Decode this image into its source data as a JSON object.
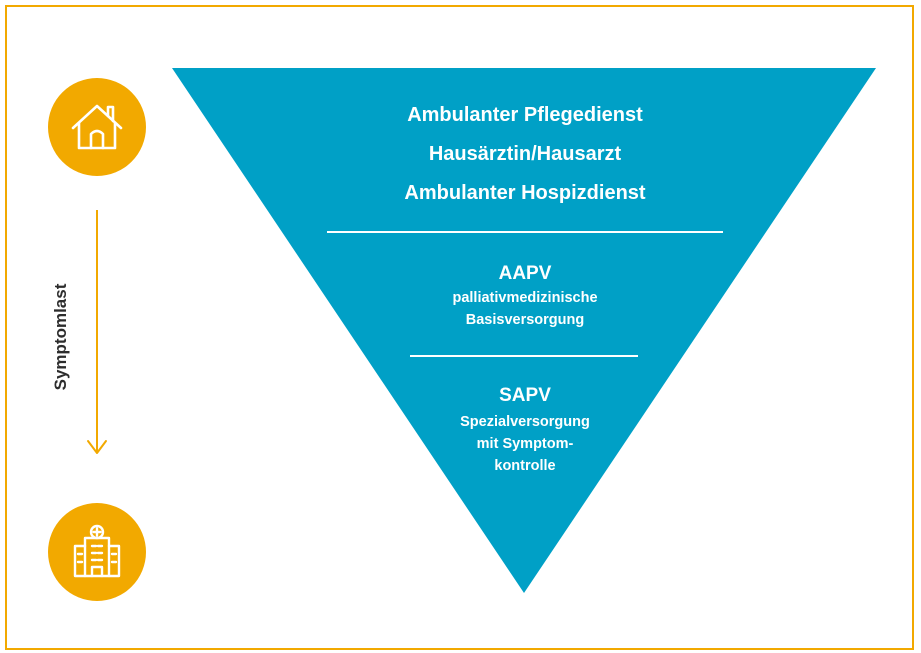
{
  "colors": {
    "accent": "#f2a900",
    "funnel": "#00a0c6",
    "divider": "#ffffff",
    "text": "#ffffff"
  },
  "icons": {
    "top": "house-icon",
    "bottom": "hospital-icon",
    "arrow": "arrow-down-icon"
  },
  "axis": {
    "label": "Symptomlast"
  },
  "levels": {
    "top": {
      "lines": [
        "Ambulanter Pflegedienst",
        "Hausärztin/Hausarzt",
        "Ambulanter Hospizdienst"
      ]
    },
    "aapv": {
      "title": "AAPV",
      "lines": [
        "palliativmedizinische",
        "Basisversorgung"
      ]
    },
    "sapv": {
      "title": "SAPV",
      "lines": [
        "Spezialversorgung",
        "mit Symptom-",
        "kontrolle"
      ]
    }
  }
}
